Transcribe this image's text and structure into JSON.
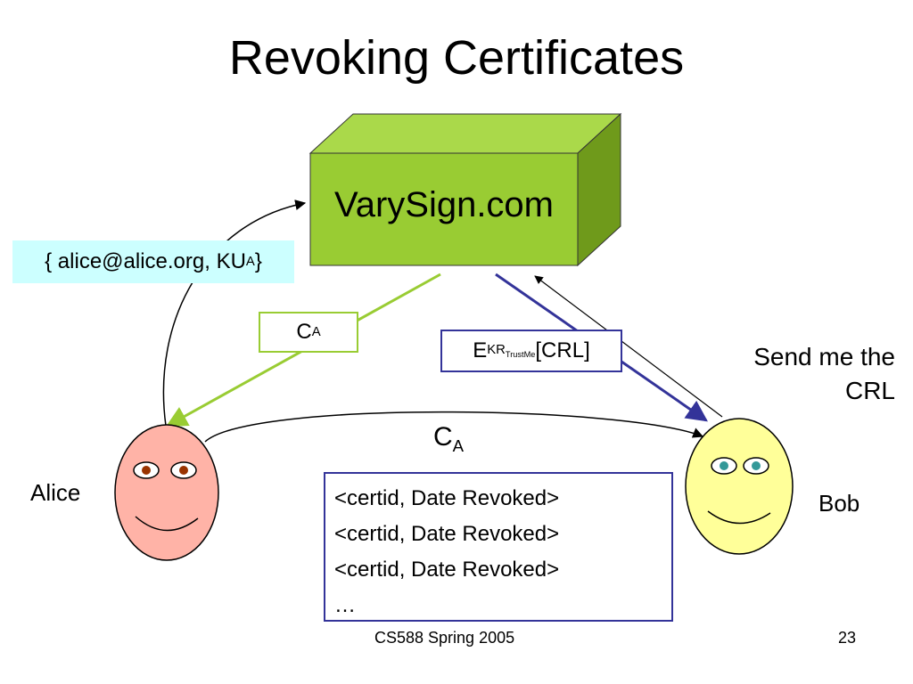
{
  "title": "Revoking Certificates",
  "ca_server": {
    "label": "VarySign.com",
    "colors": {
      "front": "#99cc33",
      "top": "#aad94a",
      "side": "#6f9a1b"
    }
  },
  "identity_request": {
    "prefix": "{ alice@alice.org, KU",
    "subscript": "A",
    "suffix": " }",
    "color": "#ccffff"
  },
  "cert_label": {
    "main": "C",
    "subscript": "A"
  },
  "crl_label": {
    "main": "E",
    "subscript": "KR",
    "sub_subscript": "TrustMe",
    "suffix": "[CRL]"
  },
  "request_text": {
    "line1": "Send me the",
    "line2": "CRL"
  },
  "forwarded_cert": {
    "main": "C",
    "subscript": "A"
  },
  "crl_entries": [
    "<certid, Date Revoked>",
    "<certid, Date Revoked>",
    "<certid, Date Revoked>",
    "…"
  ],
  "alice": {
    "name": "Alice",
    "face_color": "#ffb3a7",
    "eye_color": "#993300"
  },
  "bob": {
    "name": "Bob",
    "face_color": "#ffff99",
    "eye_color": "#339999"
  },
  "footer": {
    "course": "CS588 Spring 2005",
    "page": "23"
  }
}
